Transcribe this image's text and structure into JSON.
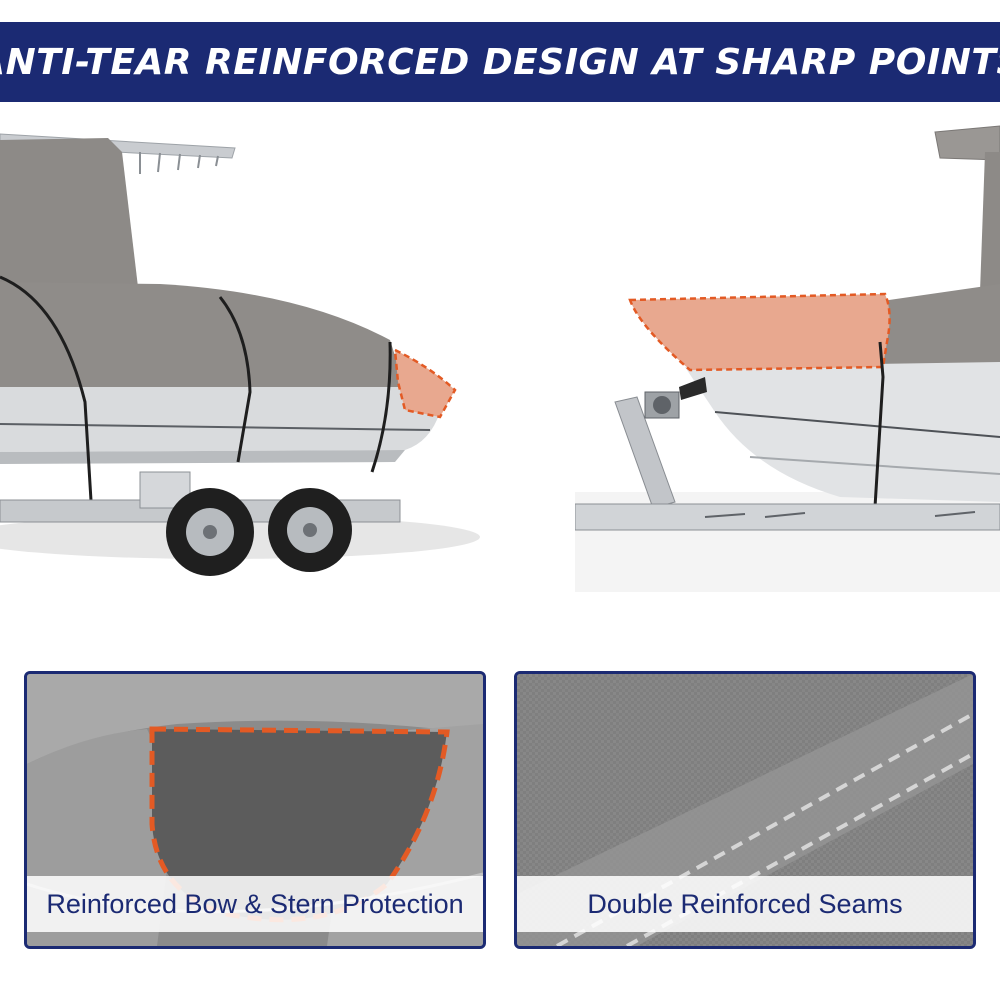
{
  "banner": {
    "title": "ANTI-TEAR REINFORCED DESIGN AT SHARP POINTS",
    "background": "#1b2a73"
  },
  "colors": {
    "cover_gray": "#8f8c89",
    "hull_white": "#d9dbdd",
    "reinforcement_orange": "#e8a88f",
    "stitch_dash": "#e35a24",
    "caption_text": "#1b2a73"
  },
  "panels": [
    {
      "caption": "Reinforced Bow & Stern Protection"
    },
    {
      "caption": "Double Reinforced Seams"
    }
  ]
}
